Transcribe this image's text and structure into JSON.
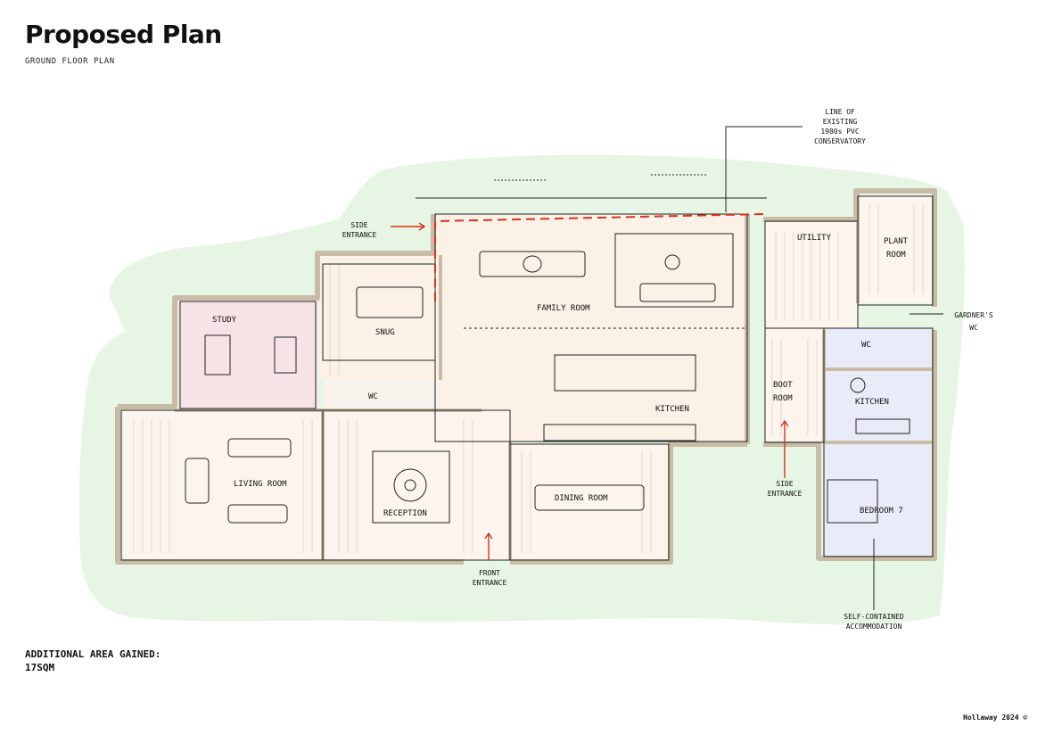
{
  "header": {
    "title": "Proposed Plan",
    "subtitle": "GROUND FLOOR PLAN"
  },
  "rooms": {
    "family_room": "FAMILY ROOM",
    "snug": "SNUG",
    "study": "STUDY",
    "wc_main": "WC",
    "kitchen_main": "KITCHEN",
    "living_room": "LIVING ROOM",
    "reception": "RECEPTION",
    "dining_room": "DINING ROOM",
    "utility": "UTILITY",
    "plant_room_line1": "PLANT",
    "plant_room_line2": "ROOM",
    "wc_annex": "WC",
    "boot_room_line1": "BOOT",
    "boot_room_line2": "ROOM",
    "kitchen_annex": "KITCHEN",
    "bedroom": "BEDROOM 7"
  },
  "annotations": {
    "conservatory": [
      "LINE OF",
      "EXISTING",
      "1980s PVC",
      "CONSERVATORY"
    ],
    "side_entrance_left": [
      "SIDE",
      "ENTRANCE"
    ],
    "side_entrance_right": [
      "SIDE",
      "ENTRANCE"
    ],
    "front_entrance": [
      "FRONT",
      "ENTRANCE"
    ],
    "gardners_wc": [
      "GARDNER'S",
      "WC"
    ],
    "self_contained": [
      "SELF-CONTAINED",
      "ACCOMMODATION"
    ]
  },
  "footer": {
    "area_label": "ADDITIONAL AREA GAINED:",
    "area_value": "17SQM",
    "credit": "Hollaway 2024 ©"
  },
  "colors": {
    "landscape": "#e7f5e4",
    "floor_warm": "#fbf1e6",
    "study_pink": "#f7e3e6",
    "annex_blue": "#e9ecf8",
    "wall": "#c9bca7",
    "ink": "#222222",
    "accent_red": "#d9321f"
  }
}
